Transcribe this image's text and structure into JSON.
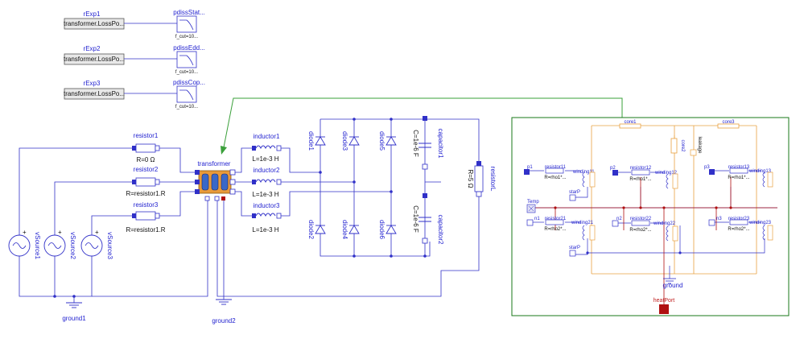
{
  "exprs": [
    {
      "name": "rExp1",
      "expr": "transformer.LossPo...",
      "filter": "pdissStat...",
      "filter_param": "f_cut=10..."
    },
    {
      "name": "rExp2",
      "expr": "transformer.LossPo...",
      "filter": "pdissEdd...",
      "filter_param": "f_cut=10..."
    },
    {
      "name": "rExp3",
      "expr": "transformer.LossPo...",
      "filter": "pdissCop...",
      "filter_param": "f_cut=10..."
    }
  ],
  "resistors": [
    {
      "name": "resistor1",
      "value": "R=0 Ω"
    },
    {
      "name": "resistor2",
      "value": "R=resistor1.R"
    },
    {
      "name": "resistor3",
      "value": "R=resistor1.R"
    }
  ],
  "sources": [
    "vSource1",
    "vSource2",
    "vSource3"
  ],
  "transformer": "transformer",
  "inductors": [
    {
      "name": "inductor1",
      "value": "L=1e-3 H"
    },
    {
      "name": "inductor2",
      "value": "L=1e-3 H"
    },
    {
      "name": "inductor3",
      "value": "L=1e-3 H"
    }
  ],
  "diodes": [
    "diode1",
    "diode3",
    "diode5",
    "diode2",
    "diode4",
    "diode6"
  ],
  "capacitors": [
    {
      "name": "capacitor1",
      "value": "C=1e-6 F"
    },
    {
      "name": "capacitor2",
      "value": "C=1e-6 F"
    }
  ],
  "load": {
    "name": "resistorL",
    "value": "R=5 Ω"
  },
  "grounds": [
    "ground1",
    "ground2"
  ],
  "inner": {
    "cores": [
      "core1",
      "core2",
      "core3"
    ],
    "leakage": "leakage",
    "ports": [
      "p1",
      "p2",
      "p3",
      "n1",
      "n2",
      "n3"
    ],
    "star_labels": [
      "starP",
      "starP"
    ],
    "resistors_p": [
      {
        "name": "resistor11",
        "value": "R=rho1*..."
      },
      {
        "name": "resistor12",
        "value": "R=rho1*..."
      },
      {
        "name": "resistor13",
        "value": "R=rho1*..."
      }
    ],
    "resistors_n": [
      {
        "name": "resistor21",
        "value": "R=rho2*..."
      },
      {
        "name": "resistor22",
        "value": "R=rho2*..."
      },
      {
        "name": "resistor23",
        "value": "R=rho2*..."
      }
    ],
    "windings_p": [
      "winding11",
      "winding12",
      "winding13"
    ],
    "windings_n": [
      "winding21",
      "winding22",
      "winding23"
    ],
    "temp": "Temp",
    "ground": "ground",
    "heatport": "heatPort"
  },
  "colors": {
    "wire": "#3030c8",
    "thermal": "#e8a040",
    "heat": "#b01010",
    "frame": "#1a7a1a",
    "arrow": "#3aa03a"
  }
}
